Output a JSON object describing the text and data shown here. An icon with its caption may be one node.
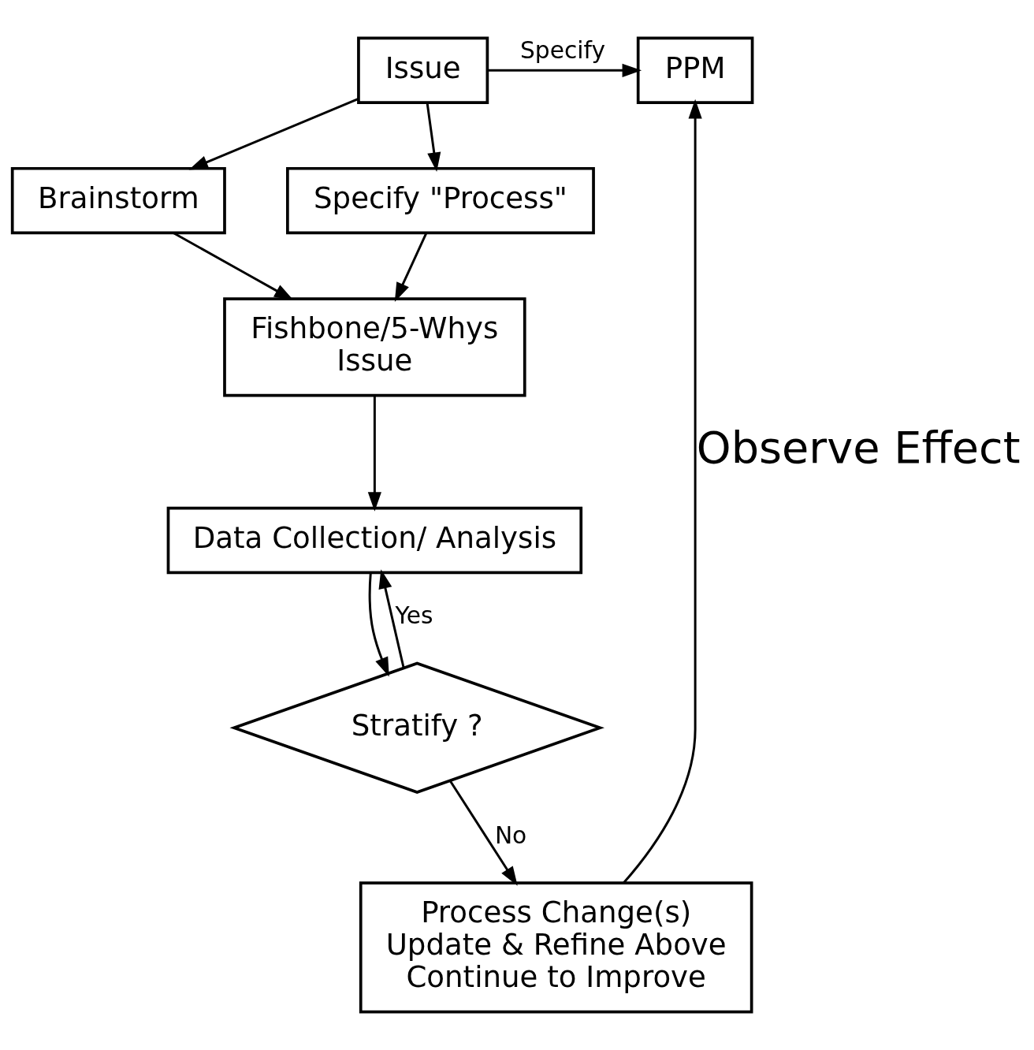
{
  "diagram": {
    "nodes": [
      {
        "text": [
          "Issue"
        ]
      },
      {
        "text": [
          "PPM"
        ]
      },
      {
        "text": [
          "Brainstorm"
        ]
      },
      {
        "text": [
          "Specify \"Process\""
        ]
      },
      {
        "text": [
          "Fishbone/5-Whys",
          "Issue"
        ]
      },
      {
        "text": [
          "Data Collection/ Analysis"
        ]
      },
      {
        "text": [
          "Stratify ?"
        ]
      },
      {
        "text": [
          "Process Change(s)",
          "Update & Refine Above",
          "Continue to Improve"
        ]
      }
    ],
    "edges": [
      {
        "from": 0,
        "to": 1,
        "arrow": "to",
        "label": "Specify"
      },
      {
        "from": 0,
        "to": 2,
        "arrow": "to"
      },
      {
        "from": 0,
        "to": 3,
        "arrow": "to"
      },
      {
        "from": 2,
        "to": 4,
        "arrow": "to"
      },
      {
        "from": 3,
        "to": 4,
        "arrow": "to"
      },
      {
        "from": 4,
        "to": 5,
        "arrow": "to"
      },
      {
        "from": 5,
        "to": 6,
        "arrow": "to"
      },
      {
        "from": 6,
        "to": 5,
        "arrow": "to",
        "label": "Yes"
      },
      {
        "from": 6,
        "to": 7,
        "arrow": "to",
        "label": "No"
      },
      {
        "from": 7,
        "to": 1,
        "arrow": "to",
        "label": "Observe Effect"
      }
    ]
  }
}
